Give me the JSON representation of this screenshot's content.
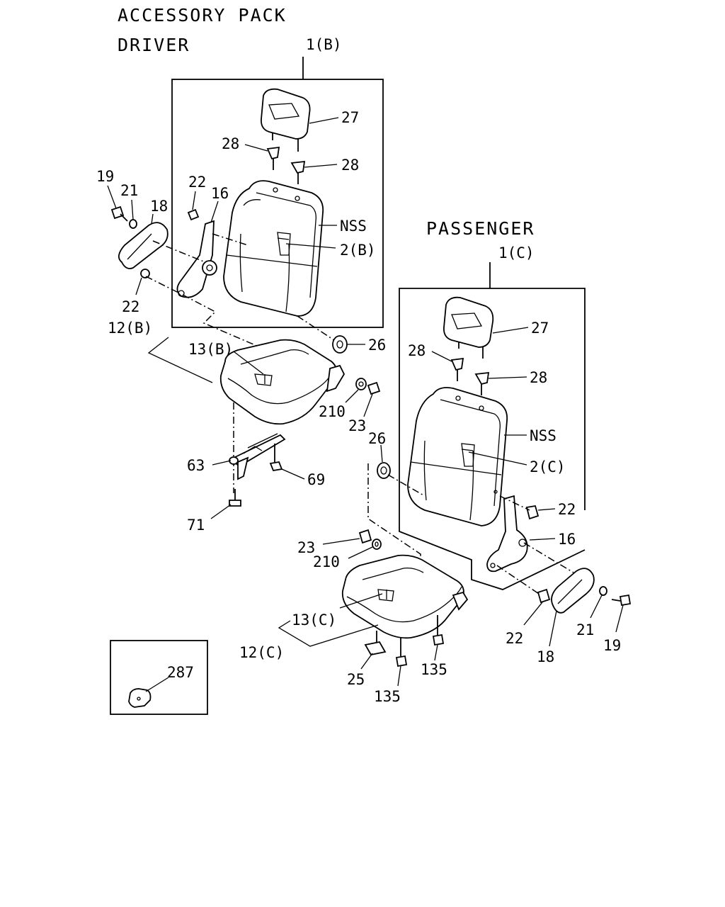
{
  "headers": {
    "pack": "ACCESSORY PACK",
    "driver": "DRIVER",
    "passenger": "PASSENGER"
  },
  "driver_labels": {
    "assy": "1(B)",
    "headrest": "27",
    "guide_left": "28",
    "guide_right": "28",
    "screw": "19",
    "washer": "21",
    "cover": "18",
    "nut_top": "22",
    "hinge": "16",
    "nss": "NSS",
    "back_cover": "2(B)",
    "nut_bottom": "22",
    "cushion_assy": "12(B)",
    "cushion_cover": "13(B)",
    "cap": "26",
    "washer_210": "210",
    "nut_23": "23",
    "lever": "63",
    "nut_69": "69",
    "bolt": "71"
  },
  "passenger_labels": {
    "assy": "1(C)",
    "headrest": "27",
    "guide_left": "28",
    "guide_right": "28",
    "nss": "NSS",
    "cap": "26",
    "back_cover": "2(C)",
    "nut_top": "22",
    "hinge": "16",
    "nut_23": "23",
    "washer_210": "210",
    "cushion_cover": "13(C)",
    "cushion_assy": "12(C)",
    "bracket": "25",
    "nut_135_right": "135",
    "nut_135_bottom": "135",
    "nut_bottom": "22",
    "cover": "18",
    "washer": "21",
    "screw": "19"
  },
  "inset": {
    "label": "287"
  }
}
